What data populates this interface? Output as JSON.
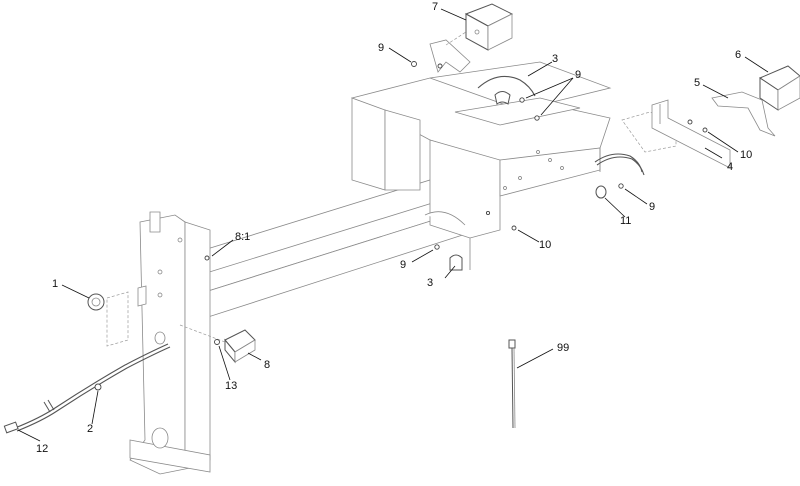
{
  "callouts": {
    "c1": "1",
    "c2": "2",
    "c3a": "3",
    "c3b": "3",
    "c4": "4",
    "c5": "5",
    "c6": "6",
    "c7": "7",
    "c8": "8",
    "c8_1": "8:1",
    "c9a": "9",
    "c9b": "9",
    "c9c": "9",
    "c9d": "9",
    "c10a": "10",
    "c10b": "10",
    "c11": "11",
    "c12": "12",
    "c13": "13",
    "c99": "99"
  }
}
